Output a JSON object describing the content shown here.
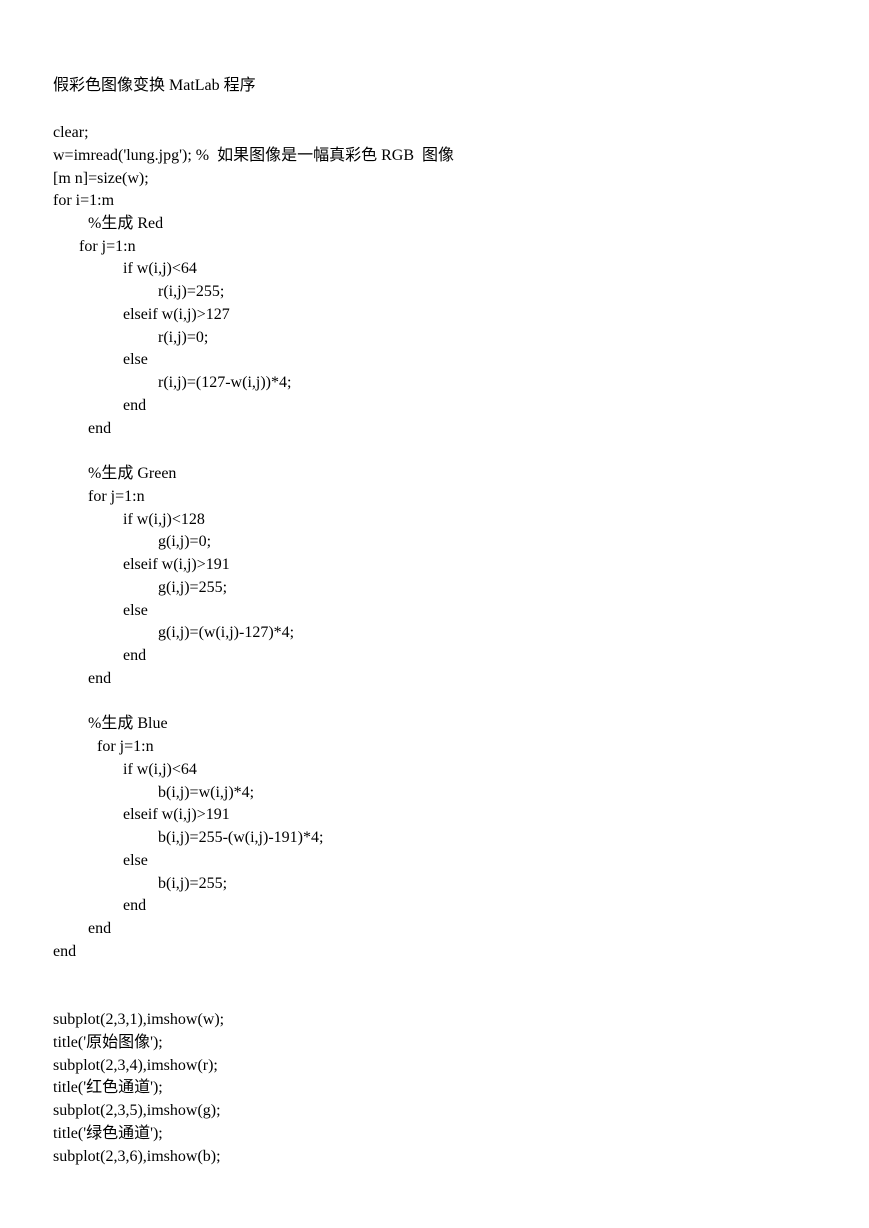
{
  "document": {
    "title": "假彩色图像变换 MatLab 程序",
    "lines": [
      "clear;",
      "w=imread('lung.jpg'); %  如果图像是一幅真彩色 RGB  图像",
      "[m n]=size(w);",
      "for i=1:m",
      "%生成 Red",
      "for j=1:n",
      "if w(i,j)<64",
      "r(i,j)=255;",
      "elseif w(i,j)>127",
      "r(i,j)=0;",
      "else",
      "r(i,j)=(127-w(i,j))*4;",
      "end",
      "end",
      "%生成 Green",
      "for j=1:n",
      "if w(i,j)<128",
      "g(i,j)=0;",
      "elseif w(i,j)>191",
      "g(i,j)=255;",
      "else",
      "g(i,j)=(w(i,j)-127)*4;",
      "end",
      "end",
      "%生成 Blue",
      "for j=1:n",
      "if w(i,j)<64",
      "b(i,j)=w(i,j)*4;",
      "elseif w(i,j)>191",
      "b(i,j)=255-(w(i,j)-191)*4;",
      "else",
      "b(i,j)=255;",
      "end",
      "end",
      "end",
      "subplot(2,3,1),imshow(w);",
      "title('原始图像');",
      "subplot(2,3,4),imshow(r);",
      "title('红色通道');",
      "subplot(2,3,5),imshow(g);",
      "title('绿色通道');",
      "subplot(2,3,6),imshow(b);"
    ]
  }
}
